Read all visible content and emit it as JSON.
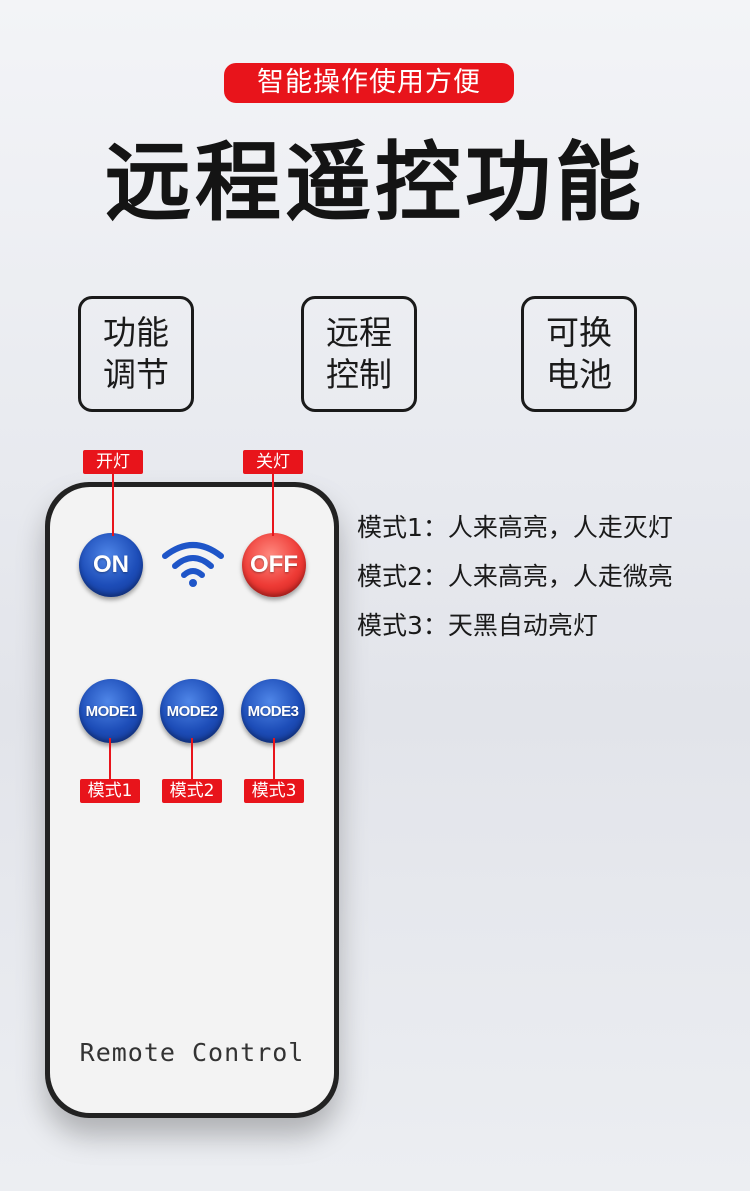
{
  "header": {
    "tagline": "智能操作使用方便",
    "title": "远程遥控功能"
  },
  "features": [
    {
      "line1": "功能",
      "line2": "调节"
    },
    {
      "line1": "远程",
      "line2": "控制"
    },
    {
      "line1": "可换",
      "line2": "电池"
    }
  ],
  "remote": {
    "buttons": {
      "on": "ON",
      "off": "OFF",
      "mode1": "MODE1",
      "mode2": "MODE2",
      "mode3": "MODE3"
    },
    "brand": "Remote Control"
  },
  "callouts": {
    "on": "开灯",
    "off": "关灯",
    "mode1": "模式1",
    "mode2": "模式2",
    "mode3": "模式3"
  },
  "mode_descriptions": [
    "模式1：人来高亮，人走灭灯",
    "模式2：人来高亮，人走微亮",
    "模式3：天黑自动亮灯"
  ],
  "colors": {
    "accent_red": "#e8141b",
    "button_blue": "#1d4db8",
    "button_red": "#ee3b36",
    "wifi_blue": "#1e55c8"
  },
  "icons": {
    "signal": "wifi-icon"
  }
}
